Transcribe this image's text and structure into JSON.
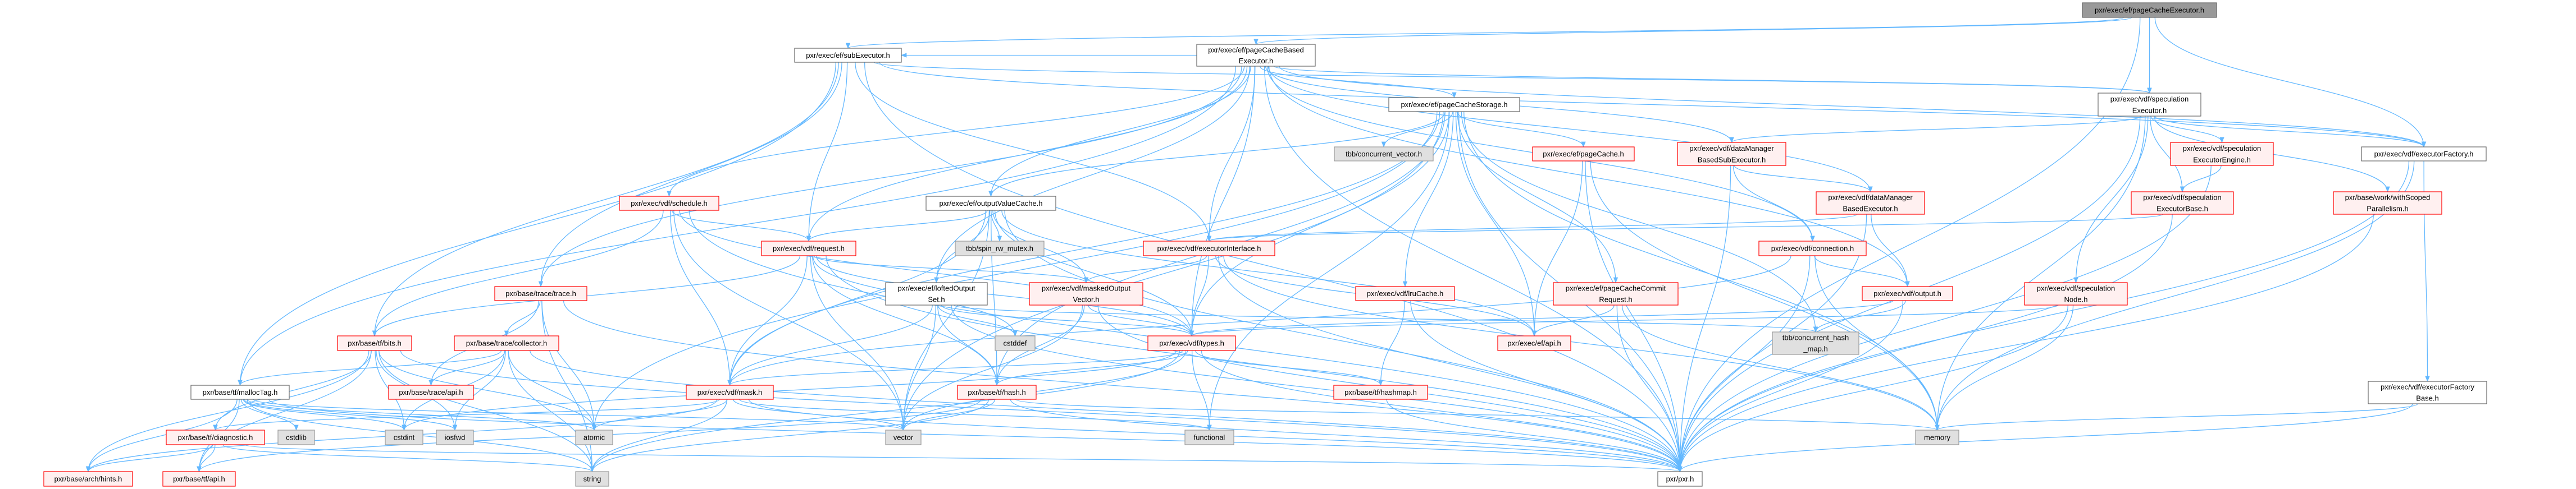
{
  "title": "pxr/exec/ef/pageCacheExecutor.h",
  "colors": {
    "edge": "#63b8ff",
    "red_border": "#ff0000",
    "red_fill": "#fff0f0",
    "gray_fill": "#e0e0e0",
    "root_fill": "#999999"
  },
  "nodes": [
    {
      "id": "root",
      "label": [
        "pxr/exec/ef/pageCacheExecutor.h"
      ],
      "style": "root"
    },
    {
      "id": "subExecutor",
      "label": [
        "pxr/exec/ef/subExecutor.h"
      ],
      "style": "white"
    },
    {
      "id": "pcbExecutor",
      "label": [
        "pxr/exec/ef/pageCacheBased",
        "Executor.h"
      ],
      "style": "white"
    },
    {
      "id": "specExecutor",
      "label": [
        "pxr/exec/vdf/speculation",
        "Executor.h"
      ],
      "style": "white"
    },
    {
      "id": "pcStorage",
      "label": [
        "pxr/exec/ef/pageCacheStorage.h"
      ],
      "style": "white"
    },
    {
      "id": "concVector",
      "label": [
        "tbb/concurrent_vector.h"
      ],
      "style": "gray"
    },
    {
      "id": "pageCache",
      "label": [
        "pxr/exec/ef/pageCache.h"
      ],
      "style": "red"
    },
    {
      "id": "dmbSubExec",
      "label": [
        "pxr/exec/vdf/dataManager",
        "BasedSubExecutor.h"
      ],
      "style": "red"
    },
    {
      "id": "specEngine",
      "label": [
        "pxr/exec/vdf/speculation",
        "ExecutorEngine.h"
      ],
      "style": "red"
    },
    {
      "id": "execFactory",
      "label": [
        "pxr/exec/vdf/executorFactory.h"
      ],
      "style": "white"
    },
    {
      "id": "schedule",
      "label": [
        "pxr/exec/vdf/schedule.h"
      ],
      "style": "red"
    },
    {
      "id": "outValCache",
      "label": [
        "pxr/exec/ef/outputValueCache.h"
      ],
      "style": "white"
    },
    {
      "id": "dmbExec",
      "label": [
        "pxr/exec/vdf/dataManager",
        "BasedExecutor.h"
      ],
      "style": "red"
    },
    {
      "id": "specBase",
      "label": [
        "pxr/exec/vdf/speculation",
        "ExecutorBase.h"
      ],
      "style": "red"
    },
    {
      "id": "withScoped",
      "label": [
        "pxr/base/work/withScoped",
        "Parallelism.h"
      ],
      "style": "red"
    },
    {
      "id": "request",
      "label": [
        "pxr/exec/vdf/request.h"
      ],
      "style": "red"
    },
    {
      "id": "spinMutex",
      "label": [
        "tbb/spin_rw_mutex.h"
      ],
      "style": "gray"
    },
    {
      "id": "execIface",
      "label": [
        "pxr/exec/vdf/executorInterface.h"
      ],
      "style": "red"
    },
    {
      "id": "connection",
      "label": [
        "pxr/exec/vdf/connection.h"
      ],
      "style": "red"
    },
    {
      "id": "trace",
      "label": [
        "pxr/base/trace/trace.h"
      ],
      "style": "red"
    },
    {
      "id": "lofted",
      "label": [
        "pxr/exec/ef/loftedOutput",
        "Set.h"
      ],
      "style": "white"
    },
    {
      "id": "maskedOut",
      "label": [
        "pxr/exec/vdf/maskedOutput",
        "Vector.h"
      ],
      "style": "red"
    },
    {
      "id": "lruCache",
      "label": [
        "pxr/exec/vdf/lruCache.h"
      ],
      "style": "red"
    },
    {
      "id": "commitReq",
      "label": [
        "pxr/exec/ef/pageCacheCommit",
        "Request.h"
      ],
      "style": "red"
    },
    {
      "id": "output",
      "label": [
        "pxr/exec/vdf/output.h"
      ],
      "style": "red"
    },
    {
      "id": "specNode",
      "label": [
        "pxr/exec/vdf/speculation",
        "Node.h"
      ],
      "style": "red"
    },
    {
      "id": "bits",
      "label": [
        "pxr/base/tf/bits.h"
      ],
      "style": "red"
    },
    {
      "id": "collector",
      "label": [
        "pxr/base/trace/collector.h"
      ],
      "style": "red"
    },
    {
      "id": "cstddef",
      "label": [
        "cstddef"
      ],
      "style": "gray"
    },
    {
      "id": "types",
      "label": [
        "pxr/exec/vdf/types.h"
      ],
      "style": "red"
    },
    {
      "id": "efApi",
      "label": [
        "pxr/exec/ef/api.h"
      ],
      "style": "red"
    },
    {
      "id": "concHashMap",
      "label": [
        "tbb/concurrent_hash",
        "_map.h"
      ],
      "style": "gray"
    },
    {
      "id": "mallocTag",
      "label": [
        "pxr/base/tf/mallocTag.h"
      ],
      "style": "white"
    },
    {
      "id": "traceApi",
      "label": [
        "pxr/base/trace/api.h"
      ],
      "style": "red"
    },
    {
      "id": "mask",
      "label": [
        "pxr/exec/vdf/mask.h"
      ],
      "style": "red"
    },
    {
      "id": "hash",
      "label": [
        "pxr/base/tf/hash.h"
      ],
      "style": "red"
    },
    {
      "id": "hashmap",
      "label": [
        "pxr/base/tf/hashmap.h"
      ],
      "style": "red"
    },
    {
      "id": "factoryBase",
      "label": [
        "pxr/exec/vdf/executorFactory",
        "Base.h"
      ],
      "style": "white"
    },
    {
      "id": "diagnostic",
      "label": [
        "pxr/base/tf/diagnostic.h"
      ],
      "style": "red"
    },
    {
      "id": "cstdlib",
      "label": [
        "cstdlib"
      ],
      "style": "gray"
    },
    {
      "id": "cstdint",
      "label": [
        "cstdint"
      ],
      "style": "gray"
    },
    {
      "id": "iosfwd",
      "label": [
        "iosfwd"
      ],
      "style": "gray"
    },
    {
      "id": "atomic",
      "label": [
        "atomic"
      ],
      "style": "gray"
    },
    {
      "id": "vector",
      "label": [
        "vector"
      ],
      "style": "gray"
    },
    {
      "id": "functional",
      "label": [
        "functional"
      ],
      "style": "gray"
    },
    {
      "id": "memory",
      "label": [
        "memory"
      ],
      "style": "gray"
    },
    {
      "id": "hints",
      "label": [
        "pxr/base/arch/hints.h"
      ],
      "style": "red"
    },
    {
      "id": "tfApi",
      "label": [
        "pxr/base/tf/api.h"
      ],
      "style": "red"
    },
    {
      "id": "string",
      "label": [
        "string"
      ],
      "style": "gray"
    },
    {
      "id": "pxr",
      "label": [
        "pxr/pxr.h"
      ],
      "style": "white"
    }
  ],
  "edges": [
    [
      "root",
      "pcbExecutor"
    ],
    [
      "root",
      "subExecutor"
    ],
    [
      "root",
      "specExecutor"
    ],
    [
      "root",
      "execFactory"
    ],
    [
      "root",
      "pxr"
    ],
    [
      "pcbExecutor",
      "subExecutor"
    ],
    [
      "pcbExecutor",
      "pcStorage"
    ],
    [
      "pcbExecutor",
      "outValCache"
    ],
    [
      "pcbExecutor",
      "execIface"
    ],
    [
      "pcbExecutor",
      "mallocTag"
    ],
    [
      "pcbExecutor",
      "trace"
    ],
    [
      "pcbExecutor",
      "request"
    ],
    [
      "pcbExecutor",
      "schedule"
    ],
    [
      "pcbExecutor",
      "dmbSubExec"
    ],
    [
      "pcbExecutor",
      "dmbExec"
    ],
    [
      "pcbExecutor",
      "connection"
    ],
    [
      "pcbExecutor",
      "output"
    ],
    [
      "pcbExecutor",
      "types"
    ],
    [
      "pcbExecutor",
      "lofted"
    ],
    [
      "pcbExecutor",
      "specExecutor"
    ],
    [
      "pcbExecutor",
      "execFactory"
    ],
    [
      "pcbExecutor",
      "pxr"
    ],
    [
      "subExecutor",
      "request"
    ],
    [
      "subExecutor",
      "execIface"
    ],
    [
      "subExecutor",
      "mallocTag"
    ],
    [
      "subExecutor",
      "trace"
    ],
    [
      "subExecutor",
      "bits"
    ],
    [
      "subExecutor",
      "pxr"
    ],
    [
      "subExecutor",
      "specExecutor"
    ],
    [
      "subExecutor",
      "execFactory"
    ],
    [
      "pcStorage",
      "concVector"
    ],
    [
      "pcStorage",
      "pageCache"
    ],
    [
      "pcStorage",
      "lruCache"
    ],
    [
      "pcStorage",
      "efApi"
    ],
    [
      "pcStorage",
      "commitReq"
    ],
    [
      "pcStorage",
      "hash"
    ],
    [
      "pcStorage",
      "vector"
    ],
    [
      "pcStorage",
      "types"
    ],
    [
      "pcStorage",
      "memory"
    ],
    [
      "pcStorage",
      "pxr"
    ],
    [
      "pcStorage",
      "atomic"
    ],
    [
      "pcStorage",
      "functional"
    ],
    [
      "pcStorage",
      "mask"
    ],
    [
      "pcStorage",
      "outValCache"
    ],
    [
      "pcStorage",
      "concHashMap"
    ],
    [
      "outValCache",
      "request"
    ],
    [
      "outValCache",
      "spinMutex"
    ],
    [
      "outValCache",
      "lofted"
    ],
    [
      "outValCache",
      "maskedOut"
    ],
    [
      "outValCache",
      "types"
    ],
    [
      "outValCache",
      "hash"
    ],
    [
      "outValCache",
      "vector"
    ],
    [
      "outValCache",
      "pxr"
    ],
    [
      "outValCache",
      "efApi"
    ],
    [
      "outValCache",
      "mask"
    ],
    [
      "schedule",
      "request"
    ],
    [
      "schedule",
      "bits"
    ],
    [
      "schedule",
      "mask"
    ],
    [
      "schedule",
      "types"
    ],
    [
      "schedule",
      "vector"
    ],
    [
      "schedule",
      "pxr"
    ],
    [
      "request",
      "mask"
    ],
    [
      "request",
      "hash"
    ],
    [
      "request",
      "vector"
    ],
    [
      "request",
      "bits"
    ],
    [
      "request",
      "types"
    ],
    [
      "request",
      "maskedOut"
    ],
    [
      "request",
      "pxr"
    ],
    [
      "request",
      "cstddef"
    ],
    [
      "lofted",
      "types"
    ],
    [
      "lofted",
      "hash"
    ],
    [
      "lofted",
      "vector"
    ],
    [
      "lofted",
      "cstddef"
    ],
    [
      "lofted",
      "mask"
    ],
    [
      "lofted",
      "pxr"
    ],
    [
      "lofted",
      "concHashMap"
    ],
    [
      "maskedOut",
      "types"
    ],
    [
      "maskedOut",
      "hash"
    ],
    [
      "maskedOut",
      "vector"
    ],
    [
      "maskedOut",
      "pxr"
    ],
    [
      "execIface",
      "maskedOut"
    ],
    [
      "execIface",
      "types"
    ],
    [
      "execIface",
      "pxr"
    ],
    [
      "execIface",
      "memory"
    ],
    [
      "execIface",
      "efApi"
    ],
    [
      "types",
      "hash"
    ],
    [
      "types",
      "functional"
    ],
    [
      "types",
      "vector"
    ],
    [
      "types",
      "mask"
    ],
    [
      "types",
      "hashmap"
    ],
    [
      "types",
      "pxr"
    ],
    [
      "types",
      "cstdint"
    ],
    [
      "types",
      "string"
    ],
    [
      "mask",
      "vector"
    ],
    [
      "mask",
      "functional"
    ],
    [
      "mask",
      "pxr"
    ],
    [
      "mask",
      "hints"
    ],
    [
      "mask",
      "diagnostic"
    ],
    [
      "mask",
      "string"
    ],
    [
      "mask",
      "atomic"
    ],
    [
      "hash",
      "vector"
    ],
    [
      "hash",
      "string"
    ],
    [
      "hash",
      "memory"
    ],
    [
      "hash",
      "pxr"
    ],
    [
      "hash",
      "tfApi"
    ],
    [
      "trace",
      "collector"
    ],
    [
      "trace",
      "traceApi"
    ],
    [
      "trace",
      "atomic"
    ],
    [
      "trace",
      "string"
    ],
    [
      "trace",
      "pxr"
    ],
    [
      "collector",
      "mallocTag"
    ],
    [
      "collector",
      "traceApi"
    ],
    [
      "collector",
      "atomic"
    ],
    [
      "collector",
      "string"
    ],
    [
      "collector",
      "cstdint"
    ],
    [
      "collector",
      "iosfwd"
    ],
    [
      "collector",
      "pxr"
    ],
    [
      "bits",
      "diagnostic"
    ],
    [
      "bits",
      "hints"
    ],
    [
      "bits",
      "tfApi"
    ],
    [
      "bits",
      "cstdint"
    ],
    [
      "bits",
      "iosfwd"
    ],
    [
      "bits",
      "atomic"
    ],
    [
      "bits",
      "string"
    ],
    [
      "bits",
      "pxr"
    ],
    [
      "mallocTag",
      "tfApi"
    ],
    [
      "mallocTag",
      "hints"
    ],
    [
      "mallocTag",
      "cstdlib"
    ],
    [
      "mallocTag",
      "cstdint"
    ],
    [
      "mallocTag",
      "iosfwd"
    ],
    [
      "mallocTag",
      "atomic"
    ],
    [
      "mallocTag",
      "string"
    ],
    [
      "mallocTag",
      "vector"
    ],
    [
      "mallocTag",
      "pxr"
    ],
    [
      "diagnostic",
      "hints"
    ],
    [
      "diagnostic",
      "tfApi"
    ],
    [
      "diagnostic",
      "string"
    ],
    [
      "diagnostic",
      "pxr"
    ],
    [
      "lruCache",
      "hashmap"
    ],
    [
      "lruCache",
      "pxr"
    ],
    [
      "hashmap",
      "pxr"
    ],
    [
      "pageCache",
      "efApi"
    ],
    [
      "pageCache",
      "pxr"
    ],
    [
      "pageCache",
      "memory"
    ],
    [
      "commitReq",
      "efApi"
    ],
    [
      "commitReq",
      "pxr"
    ],
    [
      "commitReq",
      "memory"
    ],
    [
      "dmbSubExec",
      "dmbExec"
    ],
    [
      "dmbSubExec",
      "connection"
    ],
    [
      "dmbSubExec",
      "pxr"
    ],
    [
      "dmbExec",
      "output"
    ],
    [
      "dmbExec",
      "execIface"
    ],
    [
      "dmbExec",
      "pxr"
    ],
    [
      "connection",
      "output"
    ],
    [
      "connection",
      "pxr"
    ],
    [
      "connection",
      "mask"
    ],
    [
      "connection",
      "memory"
    ],
    [
      "output",
      "types"
    ],
    [
      "output",
      "pxr"
    ],
    [
      "output",
      "concHashMap"
    ],
    [
      "specExecutor",
      "specEngine"
    ],
    [
      "specExecutor",
      "specBase"
    ],
    [
      "specExecutor",
      "execFactory"
    ],
    [
      "specExecutor",
      "withScoped"
    ],
    [
      "specExecutor",
      "specNode"
    ],
    [
      "specExecutor",
      "dmbSubExec"
    ],
    [
      "specExecutor",
      "pxr"
    ],
    [
      "specExecutor",
      "memory"
    ],
    [
      "specEngine",
      "specBase"
    ],
    [
      "specEngine",
      "pxr"
    ],
    [
      "specBase",
      "execIface"
    ],
    [
      "specBase",
      "pxr"
    ],
    [
      "execFactory",
      "factoryBase"
    ],
    [
      "execFactory",
      "memory"
    ],
    [
      "execFactory",
      "pxr"
    ],
    [
      "factoryBase",
      "memory"
    ],
    [
      "factoryBase",
      "pxr"
    ],
    [
      "withScoped",
      "pxr"
    ],
    [
      "specNode",
      "memory"
    ],
    [
      "specNode",
      "types"
    ],
    [
      "specNode",
      "pxr"
    ]
  ]
}
